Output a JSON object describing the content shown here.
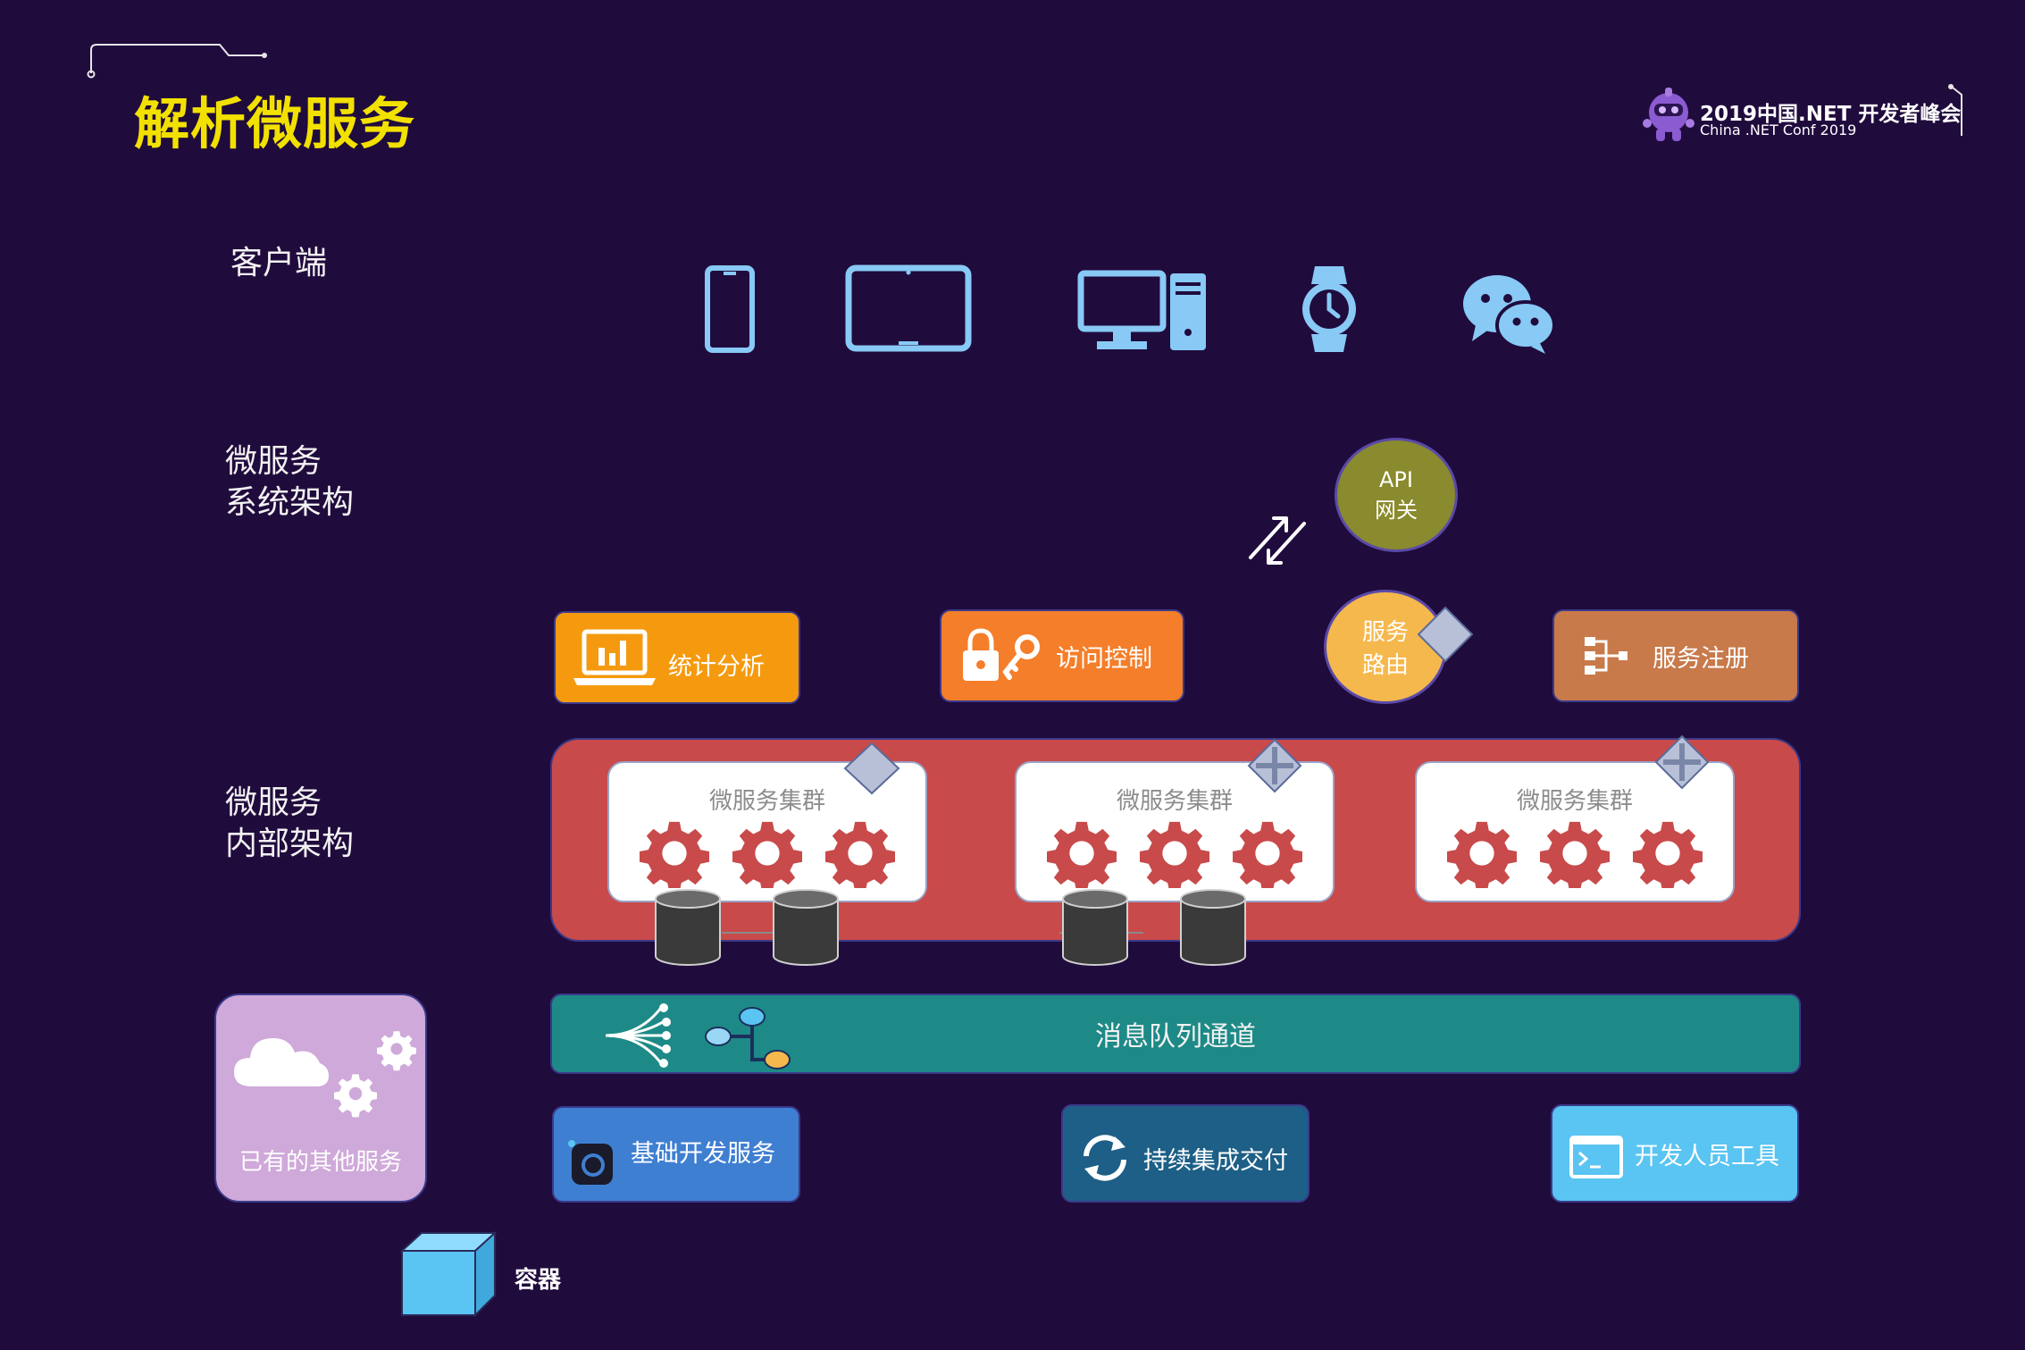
{
  "header": {
    "title": "解析微服务",
    "conference_title": "2019中国.NET 开发者峰会",
    "conference_subtitle": "China .NET Conf 2019"
  },
  "layers": {
    "client_label": "客户端",
    "system_label_line1": "微服务",
    "system_label_line2": "系统架构",
    "internal_label_line1": "微服务",
    "internal_label_line2": "内部架构"
  },
  "client_devices": [
    "phone-icon",
    "tablet-icon",
    "desktop-icon",
    "smartwatch-icon",
    "wechat-icon"
  ],
  "gateway": {
    "line1": "API",
    "line2": "网关"
  },
  "system_services": {
    "stats": "统计分析",
    "access": "访问控制",
    "routing_line1": "服务",
    "routing_line2": "路由",
    "registry": "服务注册"
  },
  "clusters": [
    {
      "title": "微服务集群"
    },
    {
      "title": "微服务集群"
    },
    {
      "title": "微服务集群"
    }
  ],
  "message_queue": {
    "label": "消息队列通道"
  },
  "existing_services": {
    "label": "已有的其他服务"
  },
  "infra": {
    "basic": "基础开发服务",
    "cicd": "持续集成交付",
    "devtools": "开发人员工具"
  },
  "legend": {
    "container_label": "容器"
  },
  "colors": {
    "background": "#200b3d",
    "title": "#f2e100",
    "stats": "#f59a0e",
    "access": "#f57e2a",
    "routing": "#f5b84d",
    "registry": "#c87a4b",
    "gateway": "#8a8a2e",
    "internal": "#c84a4a",
    "queue": "#1e8a87",
    "existing": "#cfa9d9",
    "basic": "#3f7fd1",
    "cicd": "#1d5f86",
    "devtools": "#5ac4f2",
    "device_icon": "#88c9f5"
  }
}
